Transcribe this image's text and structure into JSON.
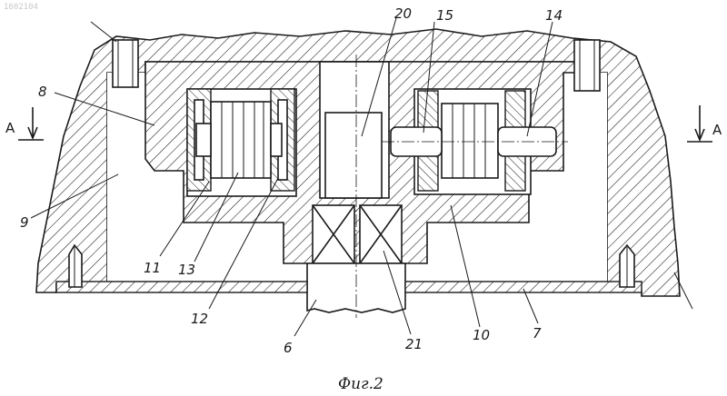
{
  "stamp": "1602104",
  "caption": "Фиг.2",
  "section_marks": {
    "left": "A",
    "right": "A"
  },
  "labels": [
    {
      "id": "8",
      "text": "8"
    },
    {
      "id": "9",
      "text": "9"
    },
    {
      "id": "11",
      "text": "11"
    },
    {
      "id": "13",
      "text": "13"
    },
    {
      "id": "12",
      "text": "12"
    },
    {
      "id": "20",
      "text": "20"
    },
    {
      "id": "15",
      "text": "15"
    },
    {
      "id": "14",
      "text": "14"
    },
    {
      "id": "6",
      "text": "6"
    },
    {
      "id": "21",
      "text": "21"
    },
    {
      "id": "10",
      "text": "10"
    },
    {
      "id": "7",
      "text": "7"
    }
  ]
}
